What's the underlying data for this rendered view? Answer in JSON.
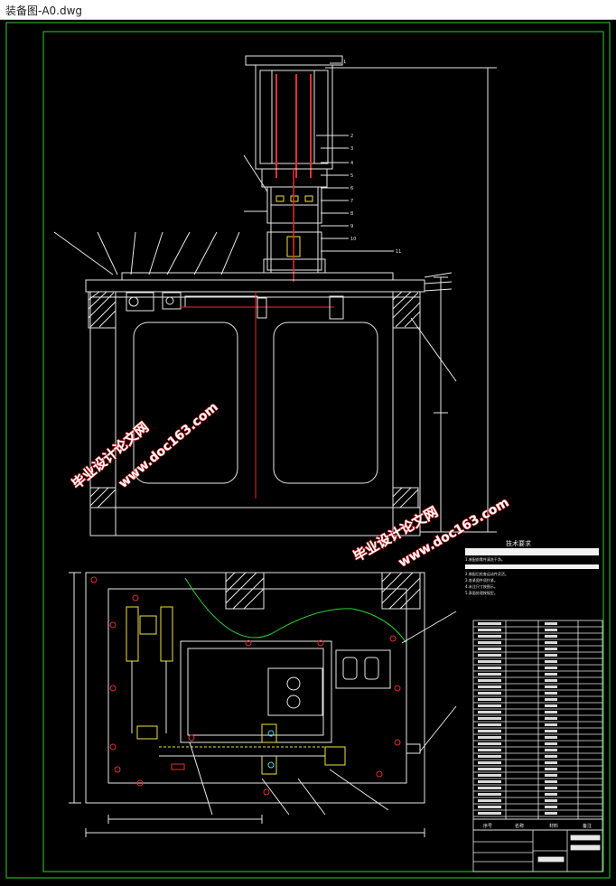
{
  "window": {
    "title": "装备图-A0.dwg"
  },
  "colors": {
    "border": "#2fd12f",
    "drawing": "#e8e8e8",
    "accent_red": "#e03030",
    "accent_yellow": "#f0e040",
    "accent_cyan": "#40e0e0",
    "watermark_fill": "#ffffff",
    "watermark_stroke": "#e02020"
  },
  "watermarks": [
    {
      "site": "www.doc163.com",
      "brand": "毕业设计论文网"
    },
    {
      "site": "www.doc163.com",
      "brand": "毕业设计论文网"
    }
  ],
  "tech_requirements": {
    "heading": "技术要求",
    "lines": [
      "1.装配前零件清洗干净。",
      "2.装配后检查运动件灵活。",
      "3.各紧固件须拧紧。",
      "4.未注尺寸按图示。",
      "5.表面处理按规定。"
    ]
  },
  "title_block": {
    "col_no": "序号",
    "col_name": "名称",
    "col_material": "材料",
    "col_note": "备注"
  }
}
